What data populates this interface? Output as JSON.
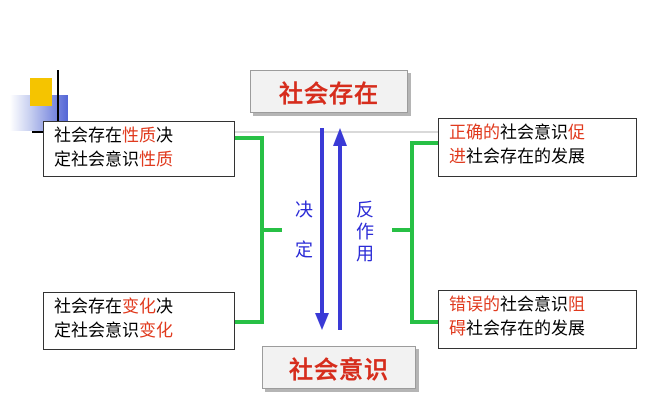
{
  "title_top": "社会存在",
  "title_bottom": "社会意识",
  "boxes": {
    "top_left": {
      "line1_a": "社会存在",
      "line1_b": "性质",
      "line1_c": "决",
      "line2_a": "定社会意识",
      "line2_b": "性质"
    },
    "bottom_left": {
      "line1_a": "社会存在",
      "line1_b": "变化",
      "line1_c": "决",
      "line2_a": "定社会意识",
      "line2_b": "变化"
    },
    "top_right": {
      "line1_a": "正确的",
      "line1_b": "社会意识",
      "line1_c": "促",
      "line2_a": "进",
      "line2_b": "社会存在的发展"
    },
    "bottom_right": {
      "line1_a": "错误的",
      "line1_b": "社会意识",
      "line1_c": "阻",
      "line2_a": "碍",
      "line2_b": "社会存在的发展"
    }
  },
  "arrow_labels": {
    "down_char1": "决",
    "down_char2": "定",
    "up_char1": "反",
    "up_char2": "作",
    "up_char3": "用"
  },
  "colors": {
    "title_text": "#d62d1d",
    "highlight": "#e03a1e",
    "arrow": "#3a3ad6",
    "bracket": "#27c045"
  }
}
